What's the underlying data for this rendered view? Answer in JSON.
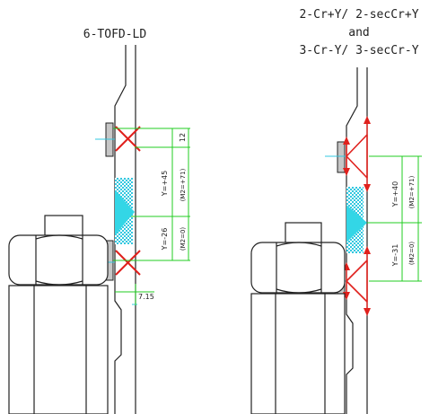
{
  "left": {
    "title": "6-TOFD-LD",
    "dim_top": "12",
    "label_upper": "Y=+45",
    "label_upper_sub": "(M2=+71)",
    "label_lower": "Y=-26",
    "label_lower_sub": "(M2=0)",
    "dim_bottom": "7.15"
  },
  "right": {
    "title_line1": "2-Cr+Y/ 2-secCr+Y",
    "title_line2": "and",
    "title_line3": "3-Cr-Y/ 3-secCr-Y",
    "label_upper": "Y=+40",
    "label_upper_sub": "(M2=+71)",
    "label_lower": "Y=-31",
    "label_lower_sub": "(M2=0)"
  },
  "colors": {
    "line": "#222222",
    "marker": "#e0201c",
    "dimension": "#22cc22",
    "aux": "#33c8e0",
    "weld": "#33d6e6",
    "probe_fill": "#c6c6c6"
  }
}
